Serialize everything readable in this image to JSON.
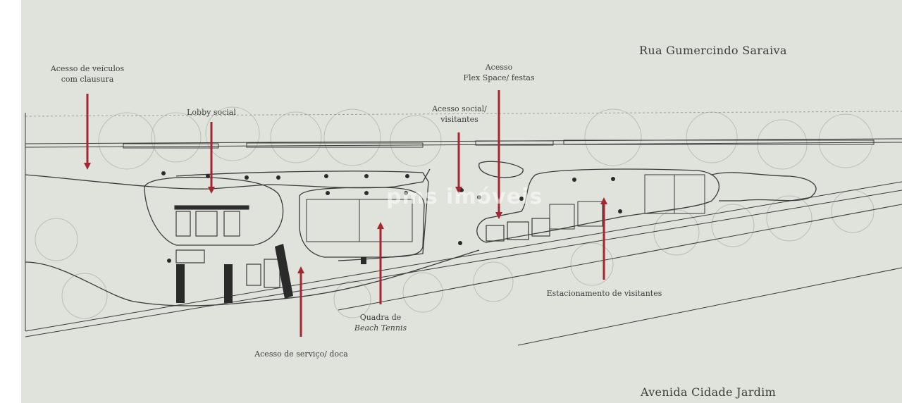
{
  "streets": {
    "top": "Rua Gumercindo Saraiva",
    "bottom": "Avenida Cidade Jardim"
  },
  "labels": {
    "vehicle_access": [
      "Acesso de veículos",
      "com clausura"
    ],
    "lobby": "Lobby social",
    "social_access": [
      "Acesso  social/",
      "visitantes"
    ],
    "flex_access": [
      "Acesso",
      "Flex Space/ festas"
    ],
    "visitor_parking": "Estacionamento de visitantes",
    "beach_tennis": [
      "Quadra de",
      "Beach Tennis"
    ],
    "service_access": "Acesso de serviço/ doca"
  },
  "watermark": "pms imóveis",
  "colors": {
    "background": "#dfe3dc",
    "arrow": "#a32631",
    "line": "#3a3a3a"
  }
}
